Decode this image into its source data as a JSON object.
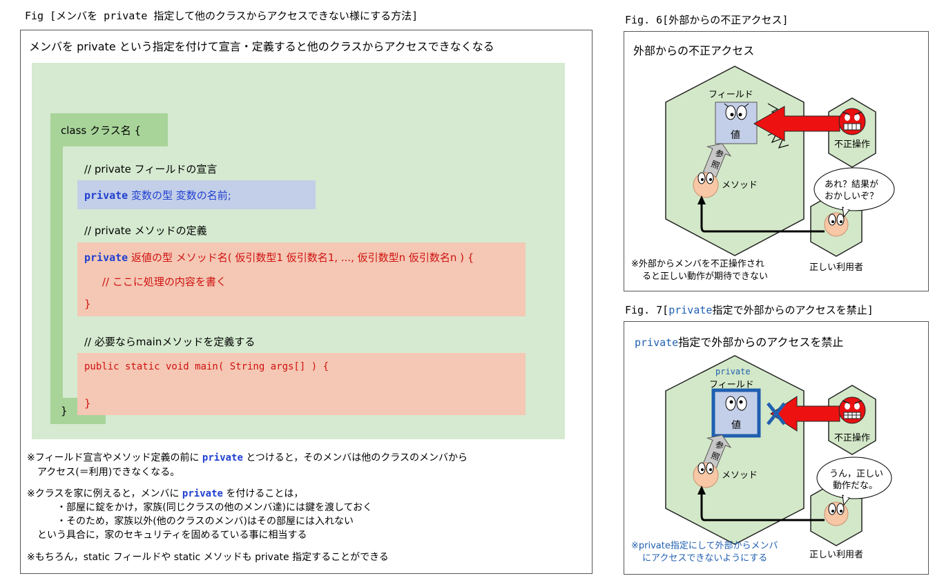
{
  "main": {
    "caption": "Fig [メンバを private 指定して他のクラスからアクセスできない様にする方法]",
    "heading": "メンバを private という指定を付けて宣言・定義すると他のクラスからアクセスできなくなる",
    "class_open": "class クラス名 {",
    "class_close": "}",
    "field_comment": "// private フィールドの宣言",
    "field_kw": "private",
    "field_decl": " 変数の型 変数の名前;",
    "method_comment": "// private メソッドの定義",
    "method_kw": "private",
    "method_sig": " 返値の型 メソッド名( 仮引数型1 仮引数名1, ..., 仮引数型n 仮引数名n ) {",
    "method_body": "// ここに処理の内容を書く",
    "method_close": "}",
    "main_comment": "// 必要ならmainメソッドを定義する",
    "main_sig": "public static void main( String args[] ) {",
    "main_close": "}",
    "note1_a": "※フィールド宣言やメソッド定義の前に ",
    "note1_kw": "private",
    "note1_b": " とつけると，そのメンバは他のクラスのメンバから",
    "note1_c": "アクセス(＝利用)できなくなる。",
    "note2_a": "※クラスを家に例えると，メンバに ",
    "note2_kw": "private",
    "note2_b": " を付けることは，",
    "note2_l1": "・部屋に錠をかけ，家族(同じクラスの他のメンバ達)には鍵を渡しておく",
    "note2_l2": "・そのため，家族以外(他のクラスのメンバ)はその部屋には入れない",
    "note2_l3": "という具合に，家のセキュリティを固めるている事に相当する",
    "note3": "※もちろん，static フィールドや static メソッドも private 指定することができる"
  },
  "fig6": {
    "caption": "Fig. 6[外部からの不正アクセス]",
    "title": "外部からの不正アクセス",
    "field_label": "フィールド",
    "value_label": "値",
    "ref_1": "参",
    "ref_2": "照",
    "method_label": "メソッド",
    "attacker_label": "不正操作",
    "bubble_1": "あれ？結果が",
    "bubble_2": "おかしいぞ？",
    "user_label": "正しい利用者",
    "note_1": "※外部からメンバを不正操作され",
    "note_2": "ると正しい動作が期待できない"
  },
  "fig7": {
    "caption_a": "Fig. 7[",
    "caption_kw": "private",
    "caption_b": "指定で外部からのアクセスを禁止]",
    "title_kw": "private",
    "title_b": "指定で外部からのアクセスを禁止",
    "private_label": "private",
    "field_label": "フィールド",
    "value_label": "値",
    "ref_1": "参",
    "ref_2": "照",
    "method_label": "メソッド",
    "attacker_label": "不正操作",
    "bubble_1": "うん，正しい",
    "bubble_2": "動作だな。",
    "user_label": "正しい利用者",
    "note_1": "※private指定にして外部からメンバ",
    "note_2": "にアクセスできないようにする"
  },
  "colors": {
    "green_bg": "#d5ead0",
    "green_bar": "#a8d49a",
    "blue_box": "#c3cfe8",
    "red_box": "#f4c8b4",
    "hex_fill": "#d3e8c8",
    "arrow_red": "#ee1111",
    "keyword_blue": "#1f3fd0"
  }
}
